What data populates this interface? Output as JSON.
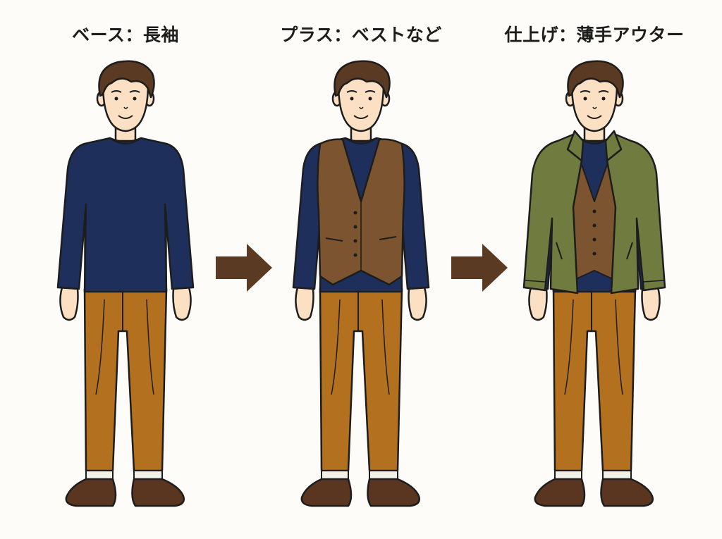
{
  "steps": [
    {
      "title": "ベース：長袖"
    },
    {
      "title": "プラス：ベストなど"
    },
    {
      "title": "仕上げ：薄手アウター"
    }
  ],
  "colors": {
    "background": "#fdfcf8",
    "outline": "#1d1d1d",
    "skin": "#fbe0c4",
    "hair": "#5a3a22",
    "sweater": "#1f2f5c",
    "pants": "#b3701e",
    "vest": "#7d5430",
    "jacket": "#6f7b3f",
    "shoes": "#5a3620",
    "socks": "#f2f0e8",
    "arrow": "#5a3a22"
  },
  "icons": [
    "right-arrow-icon"
  ]
}
